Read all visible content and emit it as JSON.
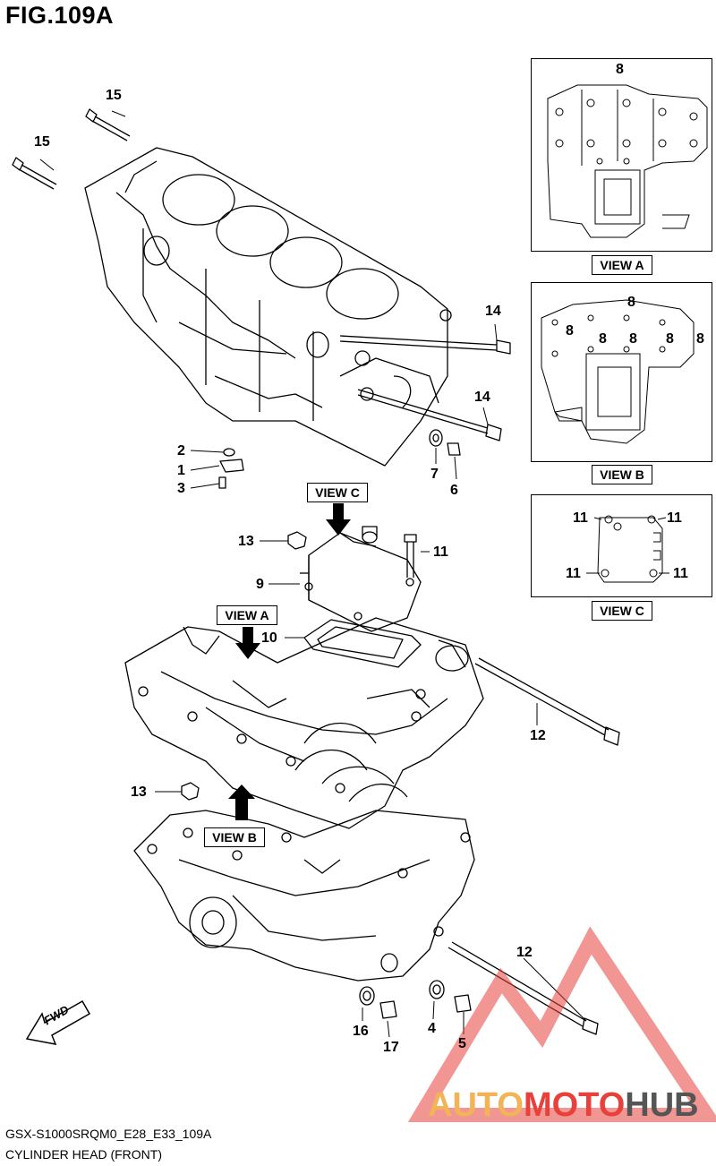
{
  "figure_title": "FIG.109A",
  "views": {
    "a": "VIEW A",
    "b": "VIEW B",
    "c": "VIEW C"
  },
  "callouts": {
    "c15a": "15",
    "c15b": "15",
    "c14a": "14",
    "c14b": "14",
    "c2": "2",
    "c1": "1",
    "c3": "3",
    "c7": "7",
    "c6": "6",
    "c13a": "13",
    "c9": "9",
    "c11": "11",
    "c10": "10",
    "c12a": "12",
    "c13b": "13",
    "c12b": "12",
    "c16": "16",
    "c17": "17",
    "c4": "4",
    "c5": "5",
    "va8": "8",
    "vb8a": "8",
    "vb8b": "8",
    "vb8c": "8",
    "vb8d": "8",
    "vb8e": "8",
    "vb8f": "8",
    "vc11a": "11",
    "vc11b": "11",
    "vc11c": "11",
    "vc11d": "11"
  },
  "fwd_label": "FWD",
  "footer": {
    "model_code": "GSX-S1000SRQM0_E28_E33_109A",
    "caption": "CYLINDER HEAD (FRONT)"
  },
  "watermark": {
    "part1": "AUTO",
    "part2": "MOTO",
    "part3": "HUB",
    "color1": "#f2b457",
    "color2": "#e8403a",
    "color3": "#555555"
  }
}
